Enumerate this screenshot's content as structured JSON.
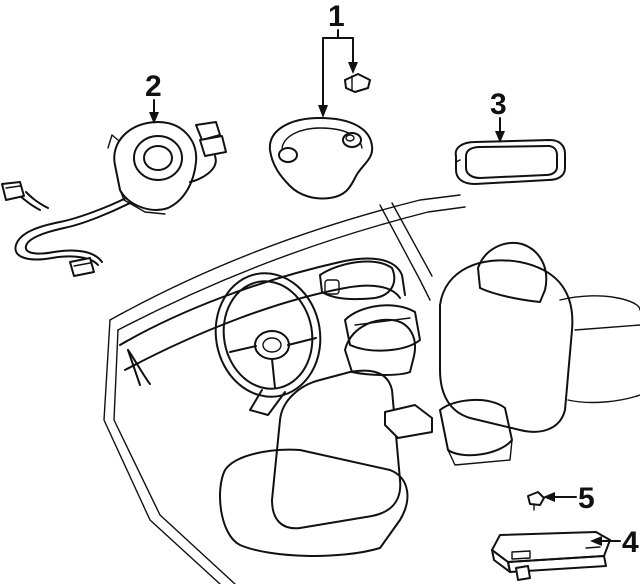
{
  "callouts": [
    {
      "id": "1",
      "label": "1"
    },
    {
      "id": "2",
      "label": "2"
    },
    {
      "id": "3",
      "label": "3"
    },
    {
      "id": "4",
      "label": "4"
    },
    {
      "id": "5",
      "label": "5"
    }
  ],
  "colors": {
    "ink": "#111111",
    "paper": "#ffffff"
  }
}
